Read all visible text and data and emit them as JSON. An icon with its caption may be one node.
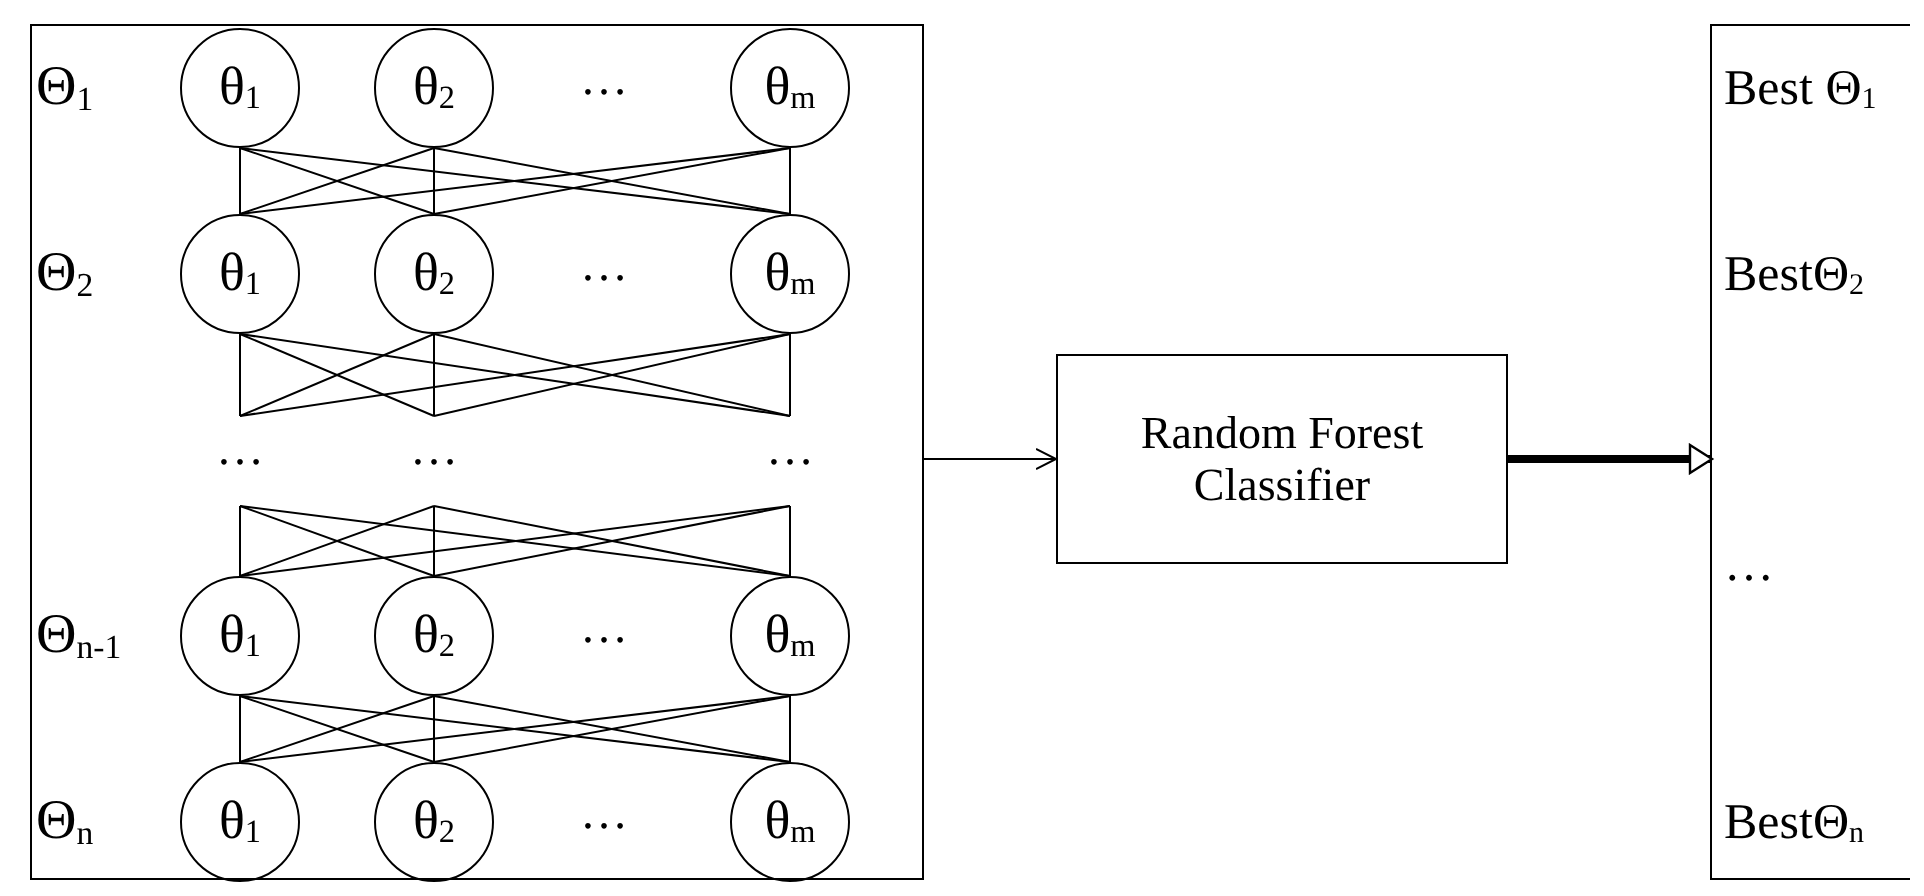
{
  "diagram": {
    "nodes": [
      {
        "text": [],
        "shape": "box"
      },
      {
        "text": [
          "θ$_{1}$"
        ],
        "in": 0
      },
      {
        "text": [
          "θ$_{2}$"
        ],
        "in": 0
      },
      {
        "text": [
          "θ$_{m}$"
        ],
        "in": 0
      },
      {
        "text": [
          "θ$_{1}$"
        ],
        "in": 0
      },
      {
        "text": [
          "θ$_{2}$"
        ],
        "in": 0
      },
      {
        "text": [
          "θ$_{m}$"
        ],
        "in": 0
      },
      {
        "text": [
          "…"
        ],
        "in": 0
      },
      {
        "text": [
          "…"
        ],
        "in": 0
      },
      {
        "text": [
          "…"
        ],
        "in": 0
      },
      {
        "text": [
          "θ$_{1}$"
        ],
        "in": 0
      },
      {
        "text": [
          "θ$_{2}$"
        ],
        "in": 0
      },
      {
        "text": [
          "θ$_{m}$"
        ],
        "in": 0
      },
      {
        "text": [
          "θ$_{1}$"
        ],
        "in": 0
      },
      {
        "text": [
          "θ$_{2}$"
        ],
        "in": 0
      },
      {
        "text": [
          "θ$_{m}$"
        ],
        "in": 0
      },
      {
        "text": [
          "Random Forest Classifier"
        ]
      },
      {
        "text": [
          "Best Θ$_{1}$",
          "BestΘ$_{2}$",
          "…",
          "BestΘ$_{n}$"
        ]
      }
    ],
    "edges": [
      {
        "from": 1,
        "to": 4,
        "arrow": "none"
      },
      {
        "from": 1,
        "to": 5,
        "arrow": "none"
      },
      {
        "from": 1,
        "to": 6,
        "arrow": "none"
      },
      {
        "from": 2,
        "to": 4,
        "arrow": "none"
      },
      {
        "from": 2,
        "to": 5,
        "arrow": "none"
      },
      {
        "from": 2,
        "to": 6,
        "arrow": "none"
      },
      {
        "from": 3,
        "to": 4,
        "arrow": "none"
      },
      {
        "from": 3,
        "to": 5,
        "arrow": "none"
      },
      {
        "from": 3,
        "to": 6,
        "arrow": "none"
      },
      {
        "from": 4,
        "to": 7,
        "arrow": "none"
      },
      {
        "from": 4,
        "to": 8,
        "arrow": "none"
      },
      {
        "from": 4,
        "to": 9,
        "arrow": "none"
      },
      {
        "from": 5,
        "to": 7,
        "arrow": "none"
      },
      {
        "from": 5,
        "to": 8,
        "arrow": "none"
      },
      {
        "from": 5,
        "to": 9,
        "arrow": "none"
      },
      {
        "from": 6,
        "to": 7,
        "arrow": "none"
      },
      {
        "from": 6,
        "to": 8,
        "arrow": "none"
      },
      {
        "from": 6,
        "to": 9,
        "arrow": "none"
      },
      {
        "from": 7,
        "to": 10,
        "arrow": "none"
      },
      {
        "from": 7,
        "to": 11,
        "arrow": "none"
      },
      {
        "from": 7,
        "to": 12,
        "arrow": "none"
      },
      {
        "from": 8,
        "to": 10,
        "arrow": "none"
      },
      {
        "from": 8,
        "to": 11,
        "arrow": "none"
      },
      {
        "from": 8,
        "to": 12,
        "arrow": "none"
      },
      {
        "from": 9,
        "to": 10,
        "arrow": "none"
      },
      {
        "from": 9,
        "to": 11,
        "arrow": "none"
      },
      {
        "from": 9,
        "to": 12,
        "arrow": "none"
      },
      {
        "from": 10,
        "to": 13,
        "arrow": "none"
      },
      {
        "from": 10,
        "to": 14,
        "arrow": "none"
      },
      {
        "from": 10,
        "to": 15,
        "arrow": "none"
      },
      {
        "from": 11,
        "to": 13,
        "arrow": "none"
      },
      {
        "from": 11,
        "to": 14,
        "arrow": "none"
      },
      {
        "from": 11,
        "to": 15,
        "arrow": "none"
      },
      {
        "from": 12,
        "to": 13,
        "arrow": "none"
      },
      {
        "from": 12,
        "to": 14,
        "arrow": "none"
      },
      {
        "from": 12,
        "to": 15,
        "arrow": "none"
      },
      {
        "from": 0,
        "to": 16,
        "arrow": "to"
      },
      {
        "from": 16,
        "to": 17,
        "arrow": "to",
        "style": "thick"
      }
    ],
    "labels": [
      "Θ$_{1}$",
      "…",
      "Θ$_{2}$",
      "…",
      "Θ$_{n-1}$",
      "…",
      "Θ$_{n}$",
      "…"
    ]
  }
}
